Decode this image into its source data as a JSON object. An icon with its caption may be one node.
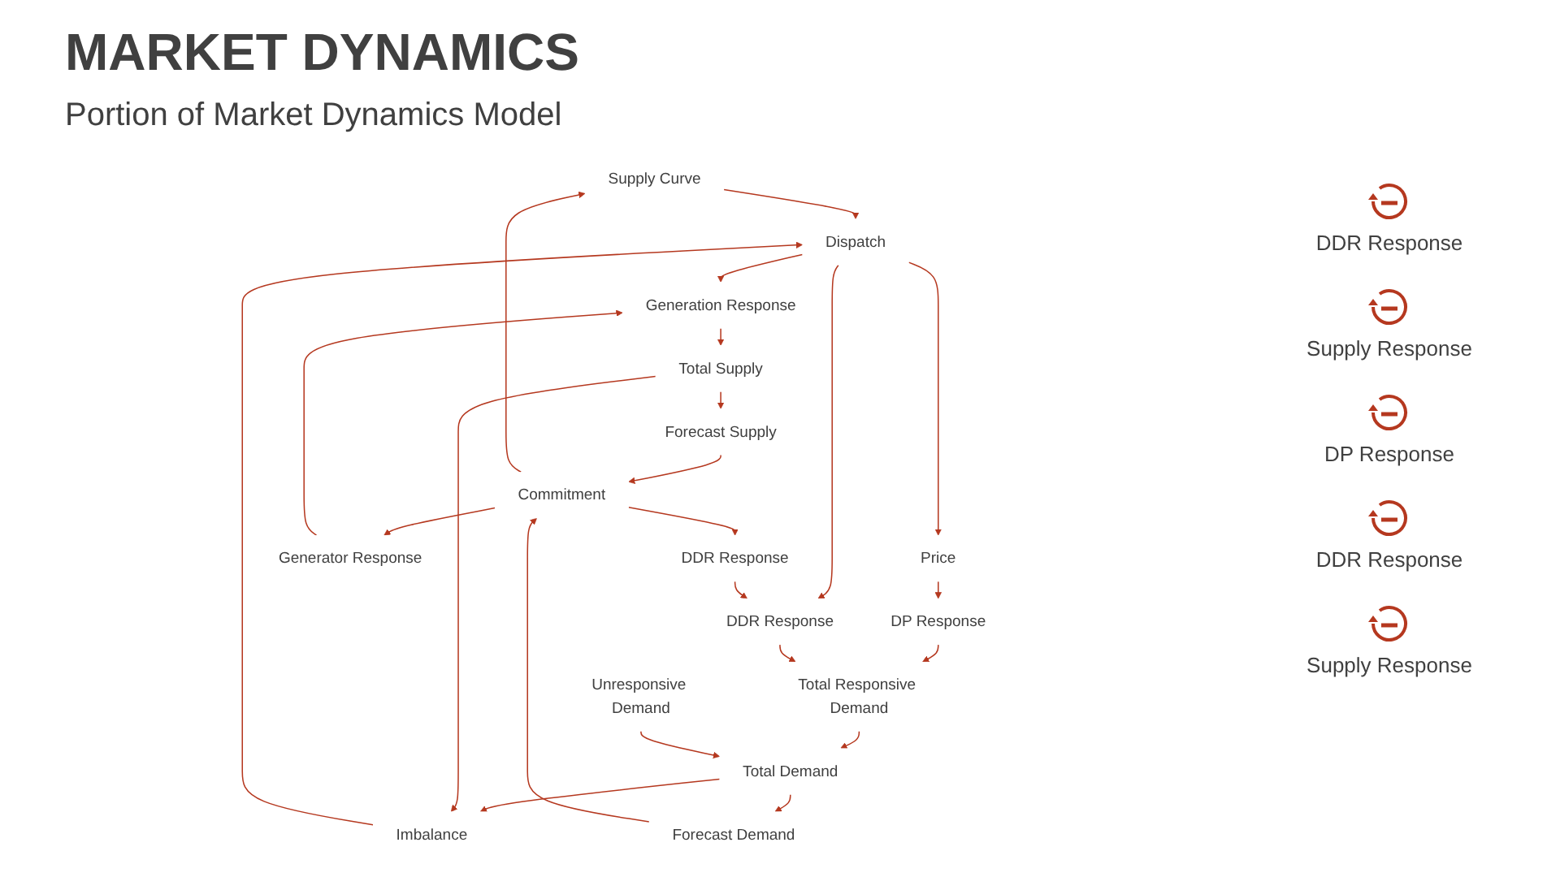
{
  "diagram": {
    "title": "MARKET DYNAMICS",
    "caption": "Portion of Market Dynamics Model",
    "nodes": [
      {
        "text": [
          "Supply Curve"
        ]
      },
      {
        "text": [
          "DDR Response"
        ]
      },
      {
        "text": [
          "Generation Response"
        ]
      },
      {
        "text": [
          "Dispatch"
        ]
      },
      {
        "text": [
          "Price"
        ]
      },
      {
        "text": [
          "DP Response"
        ]
      },
      {
        "text": [
          "Imbalance"
        ]
      },
      {
        "text": [
          "Total Responsive Demand"
        ]
      },
      {
        "text": [
          "Total Supply"
        ]
      },
      {
        "text": [
          "Total Demand"
        ]
      },
      {
        "text": [
          "Unresponsive Demand"
        ]
      },
      {
        "text": [
          "Generator Response"
        ]
      },
      {
        "text": [
          "Forecast Supply"
        ]
      },
      {
        "text": [
          "Forecast Demand"
        ]
      },
      {
        "text": [
          "DDR Response"
        ]
      },
      {
        "text": [
          "Commitment"
        ]
      }
    ],
    "edges": [
      {
        "from": 0,
        "to": 3,
        "arrow": "to"
      },
      {
        "from": 3,
        "to": 2,
        "arrow": "to"
      },
      {
        "from": 3,
        "to": 1,
        "arrow": "to"
      },
      {
        "from": 3,
        "to": 4,
        "arrow": "to"
      },
      {
        "from": 6,
        "to": 3,
        "arrow": "to"
      },
      {
        "from": 4,
        "to": 5,
        "arrow": "to"
      },
      {
        "from": 5,
        "to": 7,
        "arrow": "to"
      },
      {
        "from": 1,
        "to": 7,
        "arrow": "to"
      },
      {
        "from": 7,
        "to": 9,
        "arrow": "to"
      },
      {
        "from": 10,
        "to": 9,
        "arrow": "to"
      },
      {
        "from": 9,
        "to": 6,
        "arrow": "to"
      },
      {
        "from": 9,
        "to": 13,
        "arrow": "to"
      },
      {
        "from": 13,
        "to": 15,
        "arrow": "to"
      },
      {
        "from": 15,
        "to": 14,
        "arrow": "to"
      },
      {
        "from": 14,
        "to": 1,
        "arrow": "to"
      },
      {
        "from": 2,
        "to": 8,
        "arrow": "to"
      },
      {
        "from": 8,
        "to": 6,
        "arrow": "to"
      },
      {
        "from": 8,
        "to": 12,
        "arrow": "to"
      },
      {
        "from": 12,
        "to": 15,
        "arrow": "to"
      },
      {
        "from": 15,
        "to": 11,
        "arrow": "to"
      },
      {
        "from": 11,
        "to": 2,
        "arrow": "to"
      },
      {
        "from": 15,
        "to": 0,
        "arrow": "to"
      }
    ],
    "labels": [
      "DDR Response",
      "Supply Response",
      "DP Response",
      "DDR Response",
      "Supply Response"
    ]
  }
}
